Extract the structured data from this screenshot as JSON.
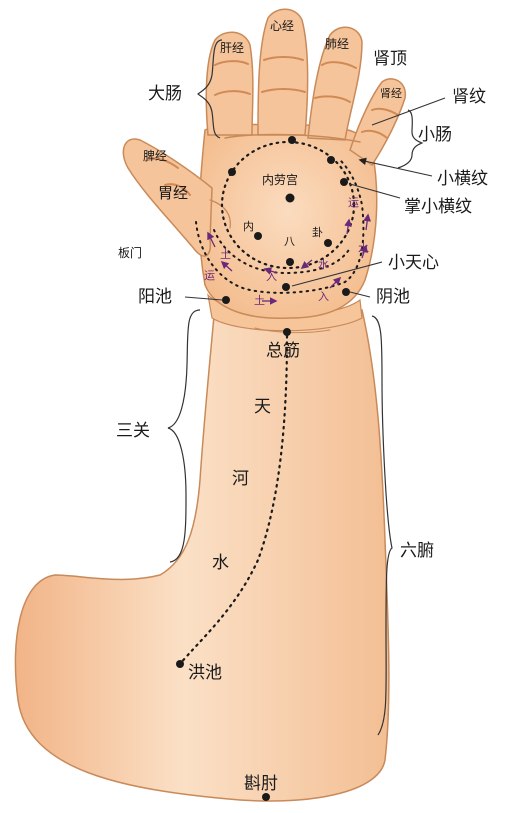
{
  "colors": {
    "skin": "#f7c9a0",
    "skin_light": "#fbe0c6",
    "skin_shadow": "#e8a878",
    "outline": "#c98a5a",
    "crease": "#d08a55",
    "dot": "#1a1a1a",
    "arrow_purple": "#6a2a7a",
    "leader": "#333333"
  },
  "finger_labels": {
    "liver": "肝经",
    "heart": "心经",
    "lung": "肺经",
    "kidney": "肾经",
    "spleen": "脾经",
    "stomach": "胃经"
  },
  "side_labels": {
    "large_intestine": "大肠",
    "kidney_top": "肾顶",
    "kidney_line": "肾纹",
    "small_intestine": "小肠",
    "small_transverse": "小横纹",
    "palm_small_transverse": "掌小横纹",
    "small_tianxin": "小天心",
    "yinchi": "阴池",
    "yangchi": "阳池",
    "banmen": "板门",
    "sanguan": "三关",
    "liufu": "六腑"
  },
  "palm_labels": {
    "neilaogong": "内劳宫",
    "nei": "内",
    "ba": "八",
    "gua": "卦"
  },
  "circle_chars": {
    "earth_left": "土",
    "earth_bottom": "土",
    "yun_left": "运",
    "yun_right": "运",
    "ru_left": "入",
    "ru_right": "入",
    "water_inner": "水",
    "water_right": "水"
  },
  "arm_labels": {
    "zongjin": "总筋",
    "tian": "天",
    "he": "河",
    "shui": "水",
    "hongchi": "洪池",
    "douzhou": "斟肘"
  }
}
